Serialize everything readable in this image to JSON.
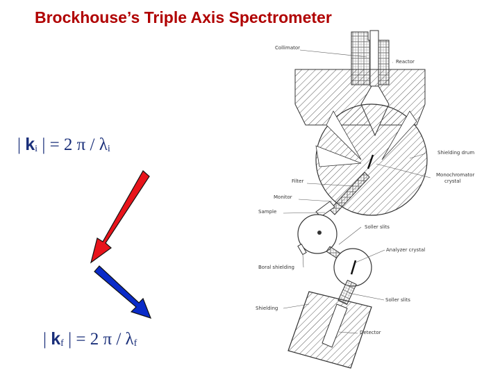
{
  "title": "Brockhouse’s Triple Axis Spectrometer",
  "formula_ki": {
    "pre": "| ",
    "k": "k",
    "sub": "i",
    "mid": " | = 2 π / λ",
    "lsub": "i"
  },
  "formula_kf": {
    "pre": "| ",
    "k": "k",
    "sub": "f",
    "mid": " | = 2 π / λ",
    "lsub": "f"
  },
  "arrow_colors": {
    "incident": "#e8141b",
    "final": "#0a2bc8"
  },
  "diagram_labels": {
    "collimator": "Collimator",
    "reactor": "Reactor",
    "shielding_drum": "Shielding drum",
    "monochromator": "Monochromator",
    "monochromator2": "crystal",
    "filter": "Filter",
    "monitor": "Monitor",
    "sample": "Sample",
    "soller1": "Soller slits",
    "analyzer": "Analyzer crystal",
    "boral": "Boral shielding",
    "soller2": "Soller slits",
    "shielding": "Shielding",
    "detector": "Detector"
  }
}
